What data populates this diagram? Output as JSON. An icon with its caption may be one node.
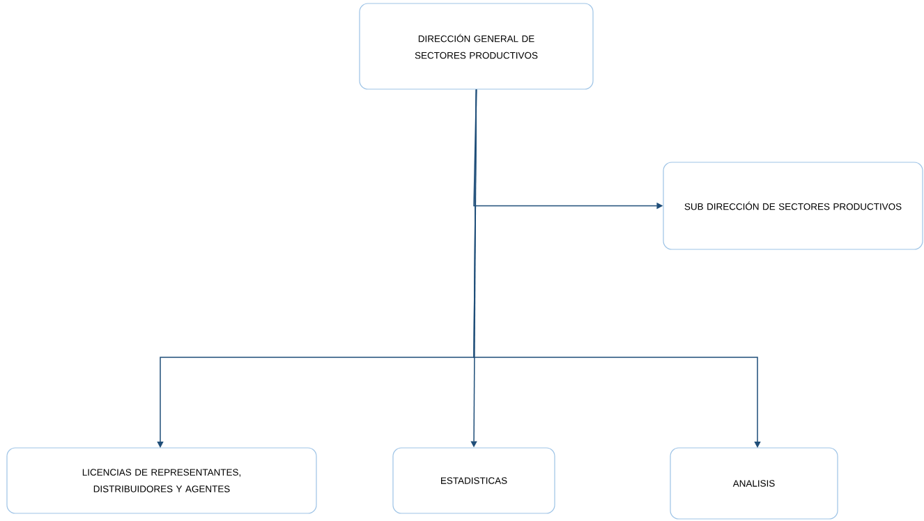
{
  "diagram": {
    "nodes": [
      {
        "text": [
          "DIRECCIÓN GENERAL DE SECTORES PRODUCTIVOS"
        ]
      },
      {
        "text": [
          "SUB DIRECCIÓN DE SECTORES PRODUCTIVOS"
        ]
      },
      {
        "text": [
          "LICENCIAS DE REPRESENTANTES, DISTRIBUIDORES Y AGENTES"
        ]
      },
      {
        "text": [
          "ESTADISTICAS"
        ]
      },
      {
        "text": [
          "ANALISIS"
        ]
      }
    ],
    "edges": [
      {
        "from": 0,
        "to": 1,
        "arrow": "to"
      },
      {
        "from": 0,
        "to": 2,
        "arrow": "to"
      },
      {
        "from": 0,
        "to": 3,
        "arrow": "to"
      },
      {
        "from": 0,
        "to": 4,
        "arrow": "to"
      }
    ]
  }
}
